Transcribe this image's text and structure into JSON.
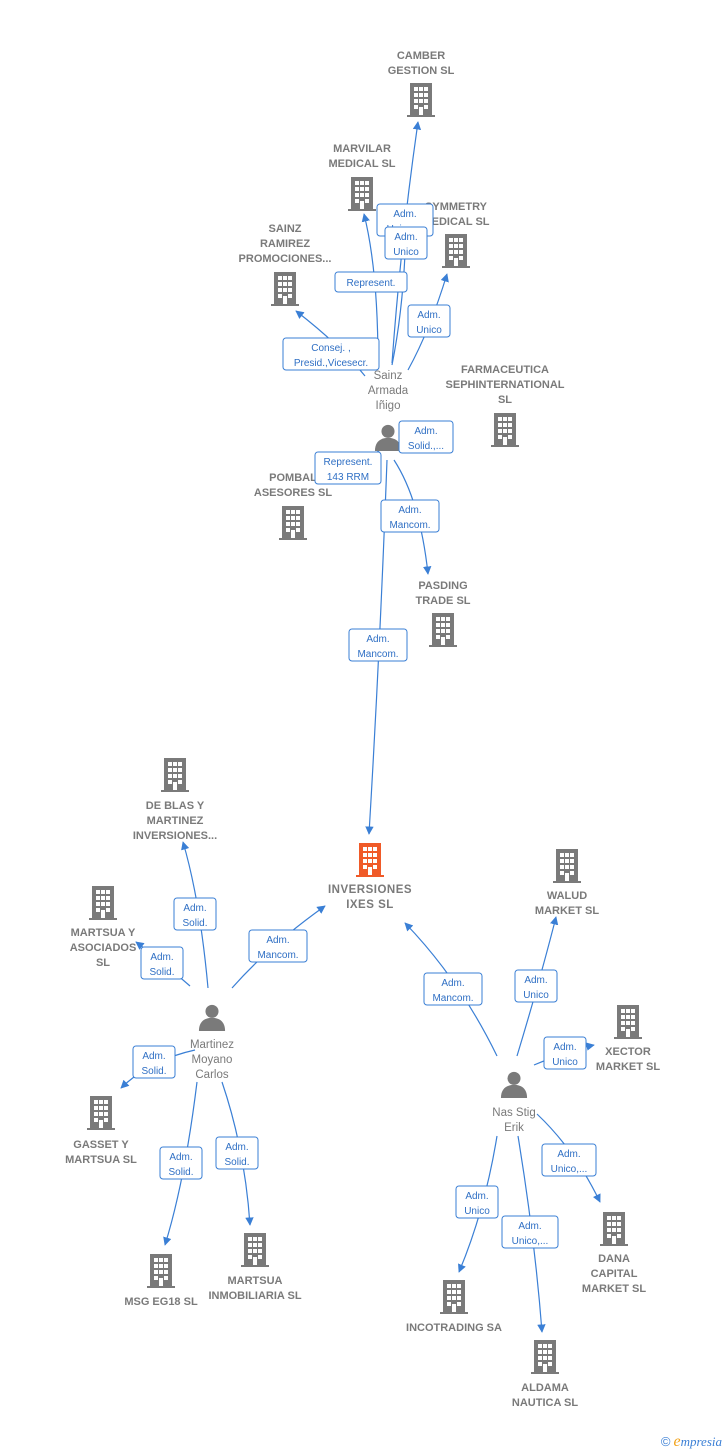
{
  "colors": {
    "company": "#7a7a7a",
    "main_company": "#f05a28",
    "person": "#7a7a7a",
    "edge": "#3a7fd5"
  },
  "center": {
    "id": "ixes",
    "lines": [
      "INVERSIONES",
      "IXES  SL"
    ]
  },
  "nodes": [
    {
      "id": "ixes",
      "type": "main",
      "lines": [
        "INVERSIONES",
        "IXES  SL"
      ]
    },
    {
      "id": "camber",
      "type": "company",
      "lines": [
        "CAMBER",
        "GESTION SL"
      ]
    },
    {
      "id": "marvilar",
      "type": "company",
      "lines": [
        "MARVILAR",
        "MEDICAL  SL"
      ]
    },
    {
      "id": "symmetry",
      "type": "company",
      "lines": [
        "SYMMETRY",
        "MEDICAL  SL"
      ]
    },
    {
      "id": "sainz_ramirez",
      "type": "company",
      "lines": [
        "SAINZ",
        "RAMIREZ",
        "PROMOCIONES..."
      ]
    },
    {
      "id": "farmaceutica",
      "type": "company",
      "lines": [
        "FARMACEUTICA",
        "SEPHINTERNATIONAL",
        "SL"
      ]
    },
    {
      "id": "sainz",
      "type": "person",
      "lines": [
        "Sainz",
        "Armada",
        "Iñigo"
      ]
    },
    {
      "id": "pombal",
      "type": "company",
      "lines": [
        "POMBAL",
        "ASESORES SL"
      ]
    },
    {
      "id": "pasding",
      "type": "company",
      "lines": [
        "PASDING",
        "TRADE SL"
      ]
    },
    {
      "id": "deblas",
      "type": "company",
      "lines": [
        "DE BLAS Y",
        "MARTINEZ",
        "INVERSIONES..."
      ]
    },
    {
      "id": "martsua_asoc",
      "type": "company",
      "lines": [
        "MARTSUA Y",
        "ASOCIADOS",
        "SL"
      ]
    },
    {
      "id": "martinez",
      "type": "person",
      "lines": [
        "Martinez",
        "Moyano",
        "Carlos"
      ]
    },
    {
      "id": "gasset",
      "type": "company",
      "lines": [
        "GASSET Y",
        "MARTSUA  SL"
      ]
    },
    {
      "id": "msg",
      "type": "company",
      "lines": [
        "MSG EG18  SL"
      ]
    },
    {
      "id": "martsua_inm",
      "type": "company",
      "lines": [
        "MARTSUA",
        "INMOBILIARIA SL"
      ]
    },
    {
      "id": "walud",
      "type": "company",
      "lines": [
        "WALUD",
        "MARKET  SL"
      ]
    },
    {
      "id": "xector",
      "type": "company",
      "lines": [
        "XECTOR",
        "MARKET  SL"
      ]
    },
    {
      "id": "nas",
      "type": "person",
      "lines": [
        "Nas Stig",
        "Erik"
      ]
    },
    {
      "id": "dana",
      "type": "company",
      "lines": [
        "DANA",
        "CAPITAL",
        "MARKET  SL"
      ]
    },
    {
      "id": "incotrading",
      "type": "company",
      "lines": [
        "INCOTRADING SA"
      ]
    },
    {
      "id": "aldama",
      "type": "company",
      "lines": [
        "ALDAMA",
        "NAUTICA  SL"
      ]
    }
  ],
  "edges": [
    {
      "from": "sainz",
      "to": "camber",
      "label": [
        "Adm.",
        "Unico,..."
      ]
    },
    {
      "from": "sainz",
      "to": "marvilar",
      "label": [
        "Represent."
      ]
    },
    {
      "from": "sainz",
      "to": "symmetry",
      "label": [
        "Adm.",
        "Unico"
      ]
    },
    {
      "from": "sainz",
      "to": "symmetry",
      "label": [
        "Adm.",
        "Unico"
      ]
    },
    {
      "from": "sainz",
      "to": "sainz_ramirez",
      "label": [
        "Consej. ,",
        "Presid.,Vicesecr."
      ]
    },
    {
      "from": "sainz",
      "to": "farmaceutica",
      "label": [
        "Adm.",
        "Solid.,..."
      ]
    },
    {
      "from": "sainz",
      "to": "pombal",
      "label": [
        "Represent.",
        "143 RRM"
      ]
    },
    {
      "from": "sainz",
      "to": "pasding",
      "label": [
        "Adm.",
        "Mancom."
      ]
    },
    {
      "from": "sainz",
      "to": "ixes",
      "label": [
        "Adm.",
        "Mancom."
      ]
    },
    {
      "from": "martinez",
      "to": "deblas",
      "label": [
        "Adm.",
        "Solid."
      ]
    },
    {
      "from": "martinez",
      "to": "martsua_asoc",
      "label": [
        "Adm.",
        "Solid."
      ]
    },
    {
      "from": "martinez",
      "to": "ixes",
      "label": [
        "Adm.",
        "Mancom."
      ]
    },
    {
      "from": "martinez",
      "to": "gasset",
      "label": [
        "Adm.",
        "Solid."
      ]
    },
    {
      "from": "martinez",
      "to": "msg",
      "label": [
        "Adm.",
        "Solid."
      ]
    },
    {
      "from": "martinez",
      "to": "martsua_inm",
      "label": [
        "Adm.",
        "Solid."
      ]
    },
    {
      "from": "nas",
      "to": "ixes",
      "label": [
        "Adm.",
        "Mancom."
      ]
    },
    {
      "from": "nas",
      "to": "walud",
      "label": [
        "Adm.",
        "Unico"
      ]
    },
    {
      "from": "nas",
      "to": "xector",
      "label": [
        "Adm.",
        "Unico"
      ]
    },
    {
      "from": "nas",
      "to": "dana",
      "label": [
        "Adm.",
        "Unico,..."
      ]
    },
    {
      "from": "nas",
      "to": "incotrading",
      "label": [
        "Adm.",
        "Unico"
      ]
    },
    {
      "from": "nas",
      "to": "aldama",
      "label": [
        "Adm.",
        "Unico,..."
      ]
    }
  ],
  "footer": {
    "copyright": "©",
    "brand_initial": "e",
    "brand_rest": "mpresia"
  }
}
